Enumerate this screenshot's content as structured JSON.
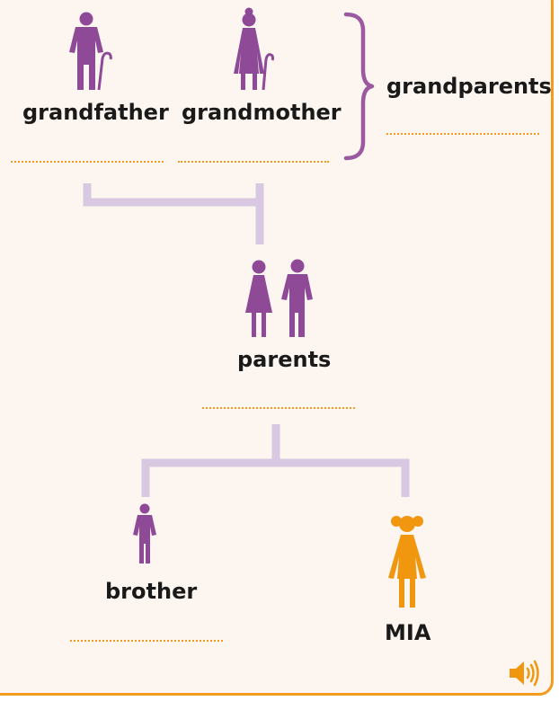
{
  "labels": {
    "grandfather": "grandfather",
    "grandmother": "grandmother",
    "grandparents": "grandparents",
    "parents": "parents",
    "brother": "brother",
    "mia": "MIA"
  },
  "icons": {
    "grandfather": "grandfather-icon",
    "grandmother": "grandmother-icon",
    "mother": "mother-icon",
    "father": "father-icon",
    "brother": "brother-icon",
    "mia": "girl-icon",
    "audio": "speaker-icon"
  },
  "colors": {
    "family_member": "#8e4a97",
    "mia": "#f0960f",
    "connector": "#d8c8e2",
    "bracket": "#9b5aa0",
    "answer_line": "#f39a1f",
    "card_border": "#f39a1f",
    "background": "#fcf5f0"
  }
}
